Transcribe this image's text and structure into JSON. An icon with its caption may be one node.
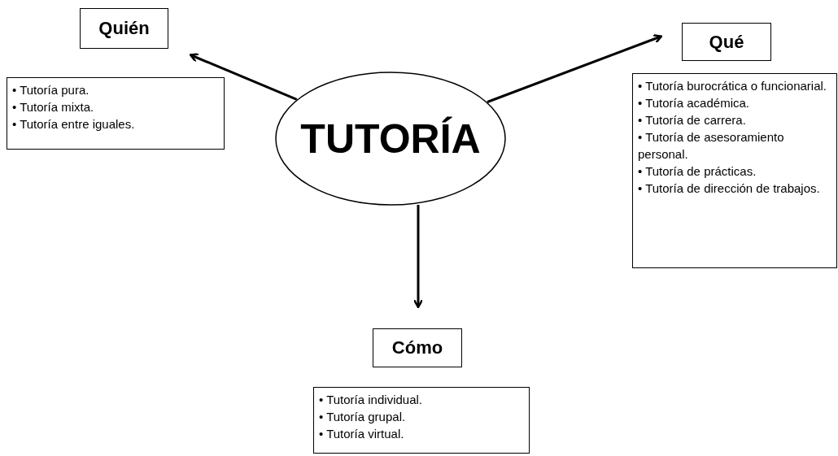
{
  "diagram": {
    "nodes": [
      {
        "text": [
          "TUTORÍA"
        ]
      },
      {
        "text": [
          "Quién"
        ]
      },
      {
        "text": [
          "• Tutoría pura.",
          "• Tutoría mixta.",
          "• Tutoría entre iguales."
        ]
      },
      {
        "text": [
          "Qué"
        ]
      },
      {
        "text": [
          "• Tutoría burocrática o funcionarial.",
          "• Tutoría académica.",
          "• Tutoría de carrera.",
          "• Tutoría de asesoramiento personal.",
          "• Tutoría de prácticas.",
          "• Tutoría de dirección de trabajos."
        ]
      },
      {
        "text": [
          "Cómo"
        ]
      },
      {
        "text": [
          "• Tutoría individual.",
          "• Tutoría grupal.",
          "• Tutoría virtual."
        ]
      }
    ],
    "edges": [
      {
        "from": 0,
        "to": 1,
        "arrow": "to"
      },
      {
        "from": 0,
        "to": 3,
        "arrow": "to"
      },
      {
        "from": 0,
        "to": 5,
        "arrow": "to"
      }
    ]
  }
}
